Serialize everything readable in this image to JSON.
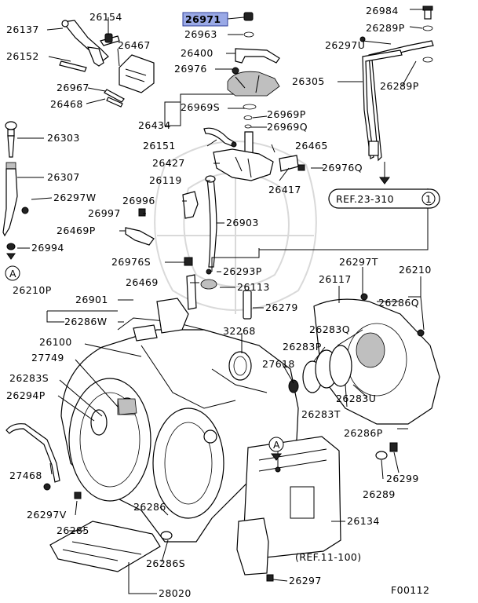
{
  "labels": {
    "p26971": "26971",
    "p26154": "26154",
    "p26137": "26137",
    "p26467": "26467",
    "p26963": "26963",
    "p26400": "26400",
    "p26152": "26152",
    "p26976_top": "26976",
    "p26967": "26967",
    "p26468": "26468",
    "p26969s": "26969S",
    "p26969p": "26969P",
    "p26969q": "26969Q",
    "p26434": "26434",
    "p26303": "26303",
    "p26151": "26151",
    "p26465": "26465",
    "p26427": "26427",
    "p26976q": "26976Q",
    "p26307": "26307",
    "p26119": "26119",
    "p26417": "26417",
    "p26297w": "26297W",
    "p26996": "26996",
    "p26997": "26997",
    "p26903": "26903",
    "p26469p": "26469P",
    "p26994": "26994",
    "p26976s": "26976S",
    "p26293p": "26293P",
    "p26469": "26469",
    "p26113": "26113",
    "p26210p": "26210P",
    "p26901": "26901",
    "p26286w": "26286W",
    "p26279": "26279",
    "p32268": "32268",
    "p26100": "26100",
    "p27749": "27749",
    "p26283s": "26283S",
    "p26294p": "26294P",
    "p27618": "27618",
    "p26283p": "26283P",
    "p26283q": "26283Q",
    "p26283u": "26283U",
    "p26283t": "26283T",
    "p26297t": "26297T",
    "p26117": "26117",
    "p26210": "26210",
    "p26286q": "26286Q",
    "p26286p": "26286P",
    "p26984": "26984",
    "p26289p_top": "26289P",
    "p26297u": "26297U",
    "p26305": "26305",
    "p26289p_mid": "26289P",
    "p27468": "27468",
    "p26297v": "26297V",
    "p26285": "26285",
    "p26286": "26286",
    "p26286s": "26286S",
    "p28020": "28020",
    "p26134": "26134",
    "p26299": "26299",
    "p26289": "26289",
    "p26297": "26297"
  },
  "references": {
    "ref_23_310": "REF.23-310",
    "ref_23_310_circle": "1",
    "ref_11_100": "(REF.11-100)"
  },
  "markers": {
    "a_left": "A",
    "a_center": "A"
  },
  "figure_id": "F00112",
  "highlighted_part": "26971",
  "colors": {
    "highlight_fill": "#9aa9e6",
    "highlight_stroke": "#30409a",
    "line": "#000000",
    "watermark": "#d9d9d9"
  }
}
